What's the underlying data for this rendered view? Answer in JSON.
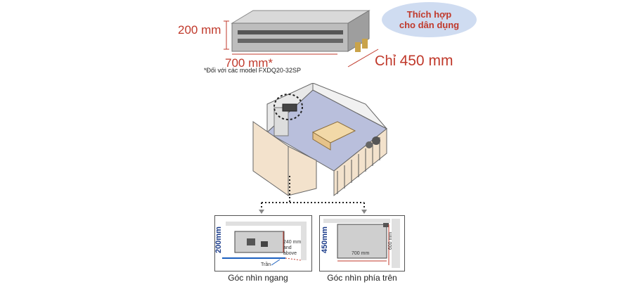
{
  "unit_dimensions": {
    "height_label": "200 mm",
    "width_label": "700 mm*",
    "depth_prefix": "Chỉ",
    "depth_label": "450 mm",
    "footnote": "*Đối với các model FXDQ20-32SP"
  },
  "bubble": {
    "line1": "Thích hợp",
    "line2": "cho dân dụng",
    "fill": "#cfdcf1",
    "text_color": "#c0392b"
  },
  "side_view": {
    "caption": "Góc nhìn ngang",
    "height_label": "200mm",
    "clearance_label_1": "240 mm",
    "clearance_label_2": "and",
    "clearance_label_3": "above",
    "ceiling_label": "Trần"
  },
  "top_view": {
    "caption": "Góc nhìn phía trên",
    "depth_label": "450mm",
    "width_label": "700 mm",
    "service_label": "600 mm"
  },
  "colors": {
    "accent_red": "#c0392b",
    "accent_blue": "#1a3b8a",
    "floor": "#b9bfdc",
    "wall": "#f3e2cc"
  }
}
